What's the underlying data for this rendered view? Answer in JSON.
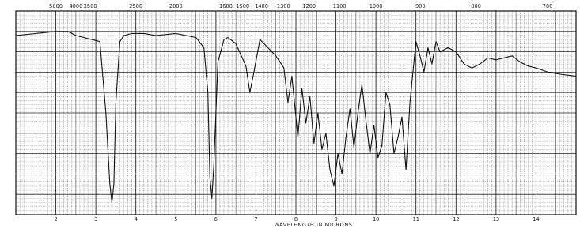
{
  "chart_data": {
    "type": "line",
    "title": "",
    "xlabel": "WAVELENGTH IN MICRONS",
    "ylabel": "",
    "x_ticks": [
      "2",
      "3",
      "4",
      "5",
      "6",
      "7",
      "8",
      "9",
      "10",
      "11",
      "12",
      "13",
      "14"
    ],
    "top_ticks": [
      "5000",
      "4000",
      "3500",
      "2500",
      "2000",
      "1600",
      "1500",
      "1400",
      "1300",
      "1200",
      "1100",
      "1000",
      "900",
      "800",
      "700"
    ],
    "top_tick_wavelengths": [
      2.0,
      2.5,
      2.86,
      4.0,
      5.0,
      6.25,
      6.67,
      7.14,
      7.69,
      8.33,
      9.09,
      10.0,
      11.11,
      12.5,
      14.29
    ],
    "xlim": [
      1,
      15
    ],
    "ylim": [
      0,
      100
    ],
    "grid": true,
    "series": [
      {
        "x": [
          1.0,
          1.5,
          2.0,
          2.3,
          2.5,
          2.7,
          2.9,
          3.1,
          3.25,
          3.35,
          3.4,
          3.45,
          3.5,
          3.6,
          3.7,
          3.9,
          4.2,
          4.5,
          5.0,
          5.5,
          5.7,
          5.8,
          5.85,
          5.9,
          5.95,
          6.05,
          6.2,
          6.3,
          6.5,
          6.75,
          6.85,
          6.95,
          7.1,
          7.3,
          7.5,
          7.7,
          7.8,
          7.9,
          8.05,
          8.15,
          8.25,
          8.35,
          8.45,
          8.55,
          8.65,
          8.75,
          8.85,
          8.95,
          9.05,
          9.15,
          9.25,
          9.35,
          9.45,
          9.55,
          9.65,
          9.75,
          9.85,
          9.95,
          10.05,
          10.15,
          10.25,
          10.35,
          10.45,
          10.55,
          10.65,
          10.75,
          10.85,
          11.0,
          11.1,
          11.2,
          11.3,
          11.4,
          11.5,
          11.6,
          11.8,
          12.0,
          12.2,
          12.4,
          12.6,
          12.8,
          13.0,
          13.2,
          13.4,
          13.6,
          13.8,
          14.0,
          14.3,
          14.6,
          15.0
        ],
        "values": [
          88,
          89,
          90,
          90,
          88,
          87,
          86,
          85,
          50,
          15,
          6,
          15,
          55,
          85,
          88,
          89,
          89,
          88,
          89,
          87,
          82,
          60,
          18,
          8,
          25,
          75,
          86,
          87,
          84,
          73,
          60,
          70,
          86,
          82,
          78,
          72,
          55,
          68,
          38,
          62,
          45,
          58,
          35,
          50,
          32,
          40,
          22,
          14,
          30,
          20,
          38,
          52,
          33,
          50,
          64,
          46,
          30,
          44,
          28,
          34,
          60,
          54,
          30,
          38,
          48,
          22,
          55,
          85,
          78,
          70,
          82,
          74,
          85,
          80,
          82,
          80,
          74,
          72,
          74,
          77,
          76,
          77,
          78,
          75,
          73,
          72,
          70,
          69,
          68
        ]
      }
    ]
  }
}
